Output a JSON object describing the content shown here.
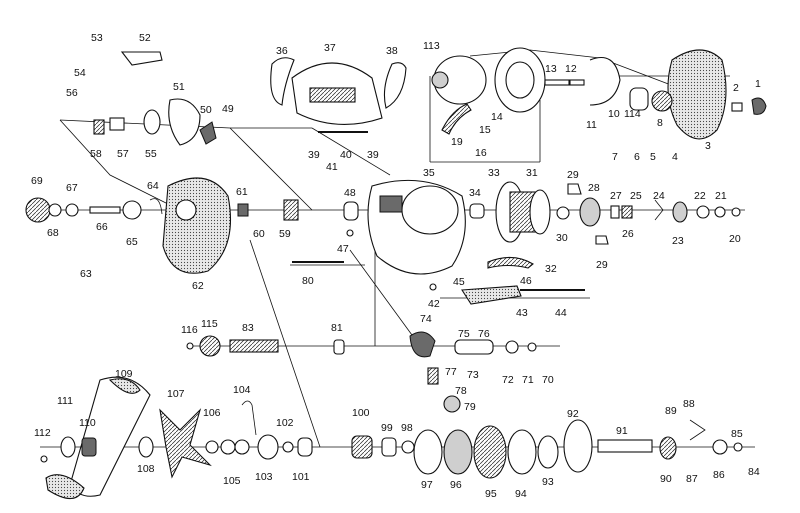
{
  "diagram": {
    "labels": [
      "1",
      "2",
      "3",
      "4",
      "5",
      "6",
      "7",
      "8",
      "10",
      "11",
      "12",
      "13",
      "14",
      "15",
      "16",
      "19",
      "20",
      "21",
      "22",
      "23",
      "24",
      "25",
      "26",
      "27",
      "28",
      "29",
      "29",
      "30",
      "31",
      "32",
      "33",
      "34",
      "35",
      "36",
      "37",
      "38",
      "39",
      "39",
      "40",
      "41",
      "42",
      "43",
      "44",
      "45",
      "46",
      "47",
      "48",
      "49",
      "50",
      "51",
      "52",
      "53",
      "54",
      "55",
      "56",
      "57",
      "58",
      "59",
      "60",
      "61",
      "62",
      "63",
      "64",
      "65",
      "66",
      "67",
      "68",
      "69",
      "70",
      "71",
      "72",
      "73",
      "74",
      "75",
      "76",
      "77",
      "78",
      "79",
      "80",
      "81",
      "83",
      "84",
      "85",
      "86",
      "87",
      "88",
      "89",
      "90",
      "91",
      "92",
      "93",
      "94",
      "95",
      "96",
      "97",
      "98",
      "99",
      "100",
      "101",
      "102",
      "103",
      "104",
      "105",
      "106",
      "107",
      "108",
      "109",
      "110",
      "111",
      "112",
      "113",
      "114",
      "115",
      "116"
    ]
  }
}
